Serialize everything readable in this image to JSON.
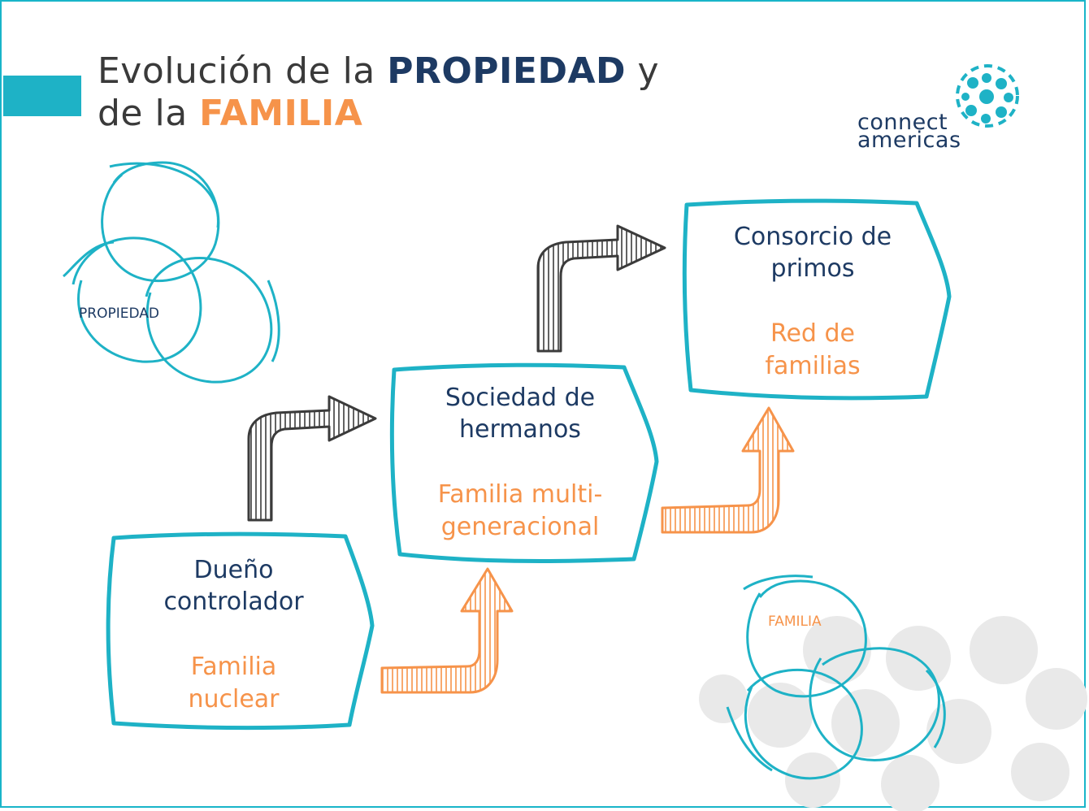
{
  "title": {
    "part1": "Evolución de la ",
    "highlight1": "PROPIEDAD",
    "part2": " y",
    "part3": "de la ",
    "highlight2": "FAMILIA"
  },
  "logo": {
    "line1": "connect",
    "line2": "americas",
    "icon": "dots-globe-icon"
  },
  "stages": [
    {
      "owner_line1": "Dueño",
      "owner_line2": "controlador",
      "family_line1": "Familia",
      "family_line2": "nuclear"
    },
    {
      "owner_line1": "Sociedad de",
      "owner_line2": "hermanos",
      "family_line1": "Familia multi-",
      "family_line2": "generacional"
    },
    {
      "owner_line1": "Consorcio de",
      "owner_line2": "primos",
      "family_line1": "Red de",
      "family_line2": "familias"
    }
  ],
  "venn": {
    "property_label": "PROPIEDAD",
    "family_label": "FAMILIA"
  },
  "colors": {
    "teal": "#1eb2c6",
    "navy": "#1d3a63",
    "orange": "#f6934a",
    "dark_arrow": "#3b3b3b",
    "watermark": "#e6e6e6"
  }
}
